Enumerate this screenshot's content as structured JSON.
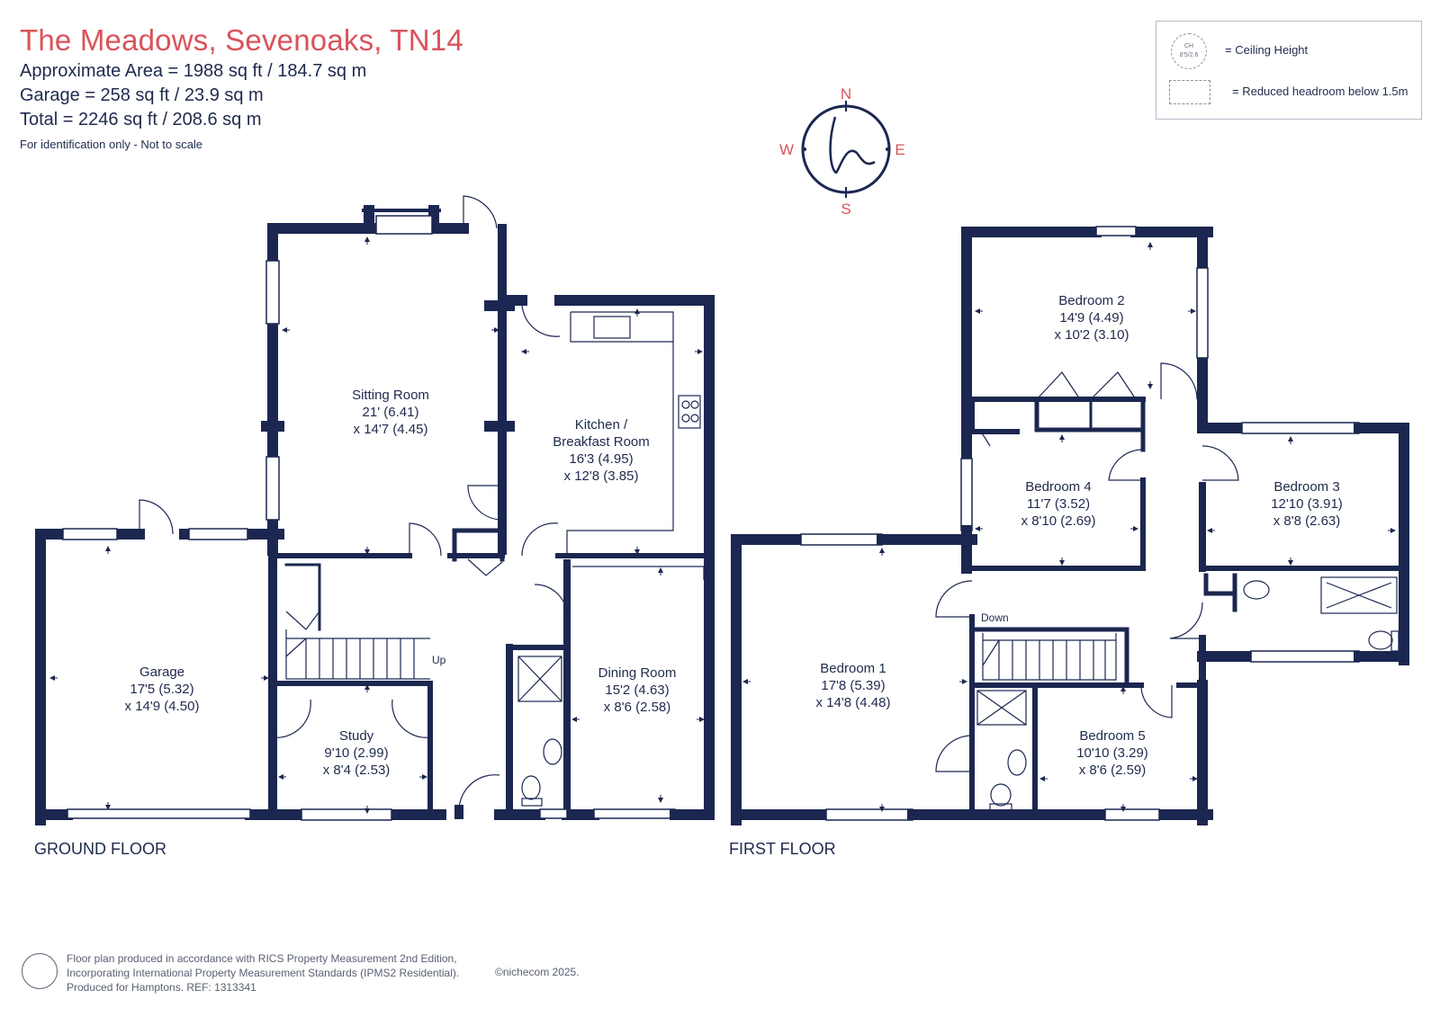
{
  "header": {
    "title": "The Meadows, Sevenoaks, TN14",
    "approx_area": "Approximate Area = 1988 sq ft / 184.7 sq m",
    "garage_area": "Garage = 258 sq ft / 23.9 sq m",
    "total_area": "Total = 2246 sq ft / 208.6 sq m",
    "note": "For identification only - Not to scale"
  },
  "legend": {
    "ceiling_height": "= Ceiling Height",
    "ch_symbol": "CH",
    "ch_value": "8'5/2.6",
    "reduced_headroom": "= Reduced headroom below 1.5m"
  },
  "compass": {
    "n": "N",
    "s": "S",
    "e": "E",
    "w": "W",
    "logo_letter": "h"
  },
  "ground_floor": {
    "label": "GROUND FLOOR",
    "up_label": "Up",
    "rooms": [
      {
        "name": "Sitting Room",
        "dim1": "21' (6.41)",
        "dim2": "x 14'7 (4.45)"
      },
      {
        "name": "Kitchen /",
        "name2": "Breakfast Room",
        "dim1": "16'3 (4.95)",
        "dim2": "x 12'8 (3.85)"
      },
      {
        "name": "Garage",
        "dim1": "17'5 (5.32)",
        "dim2": "x 14'9 (4.50)"
      },
      {
        "name": "Study",
        "dim1": "9'10 (2.99)",
        "dim2": "x 8'4 (2.53)"
      },
      {
        "name": "Dining Room",
        "dim1": "15'2 (4.63)",
        "dim2": "x 8'6 (2.58)"
      }
    ]
  },
  "first_floor": {
    "label": "FIRST FLOOR",
    "down_label": "Down",
    "rooms": [
      {
        "name": "Bedroom 2",
        "dim1": "14'9 (4.49)",
        "dim2": "x 10'2 (3.10)"
      },
      {
        "name": "Bedroom 4",
        "dim1": "11'7 (3.52)",
        "dim2": "x 8'10 (2.69)"
      },
      {
        "name": "Bedroom 3",
        "dim1": "12'10 (3.91)",
        "dim2": "x 8'8 (2.63)"
      },
      {
        "name": "Bedroom 1",
        "dim1": "17'8 (5.39)",
        "dim2": "x 14'8 (4.48)"
      },
      {
        "name": "Bedroom 5",
        "dim1": "10'10 (3.29)",
        "dim2": "x 8'6 (2.59)"
      }
    ]
  },
  "footer": {
    "line1": "Floor plan produced in accordance with RICS Property Measurement 2nd Edition,",
    "line2": "Incorporating International Property Measurement Standards (IPMS2 Residential).",
    "line3": "Produced for Hamptons.   REF: 1313341",
    "copyright": "©nichecom 2025."
  },
  "colors": {
    "wall": "#1b2750",
    "title": "#d9535a",
    "compass_letters": "#d9535a"
  }
}
